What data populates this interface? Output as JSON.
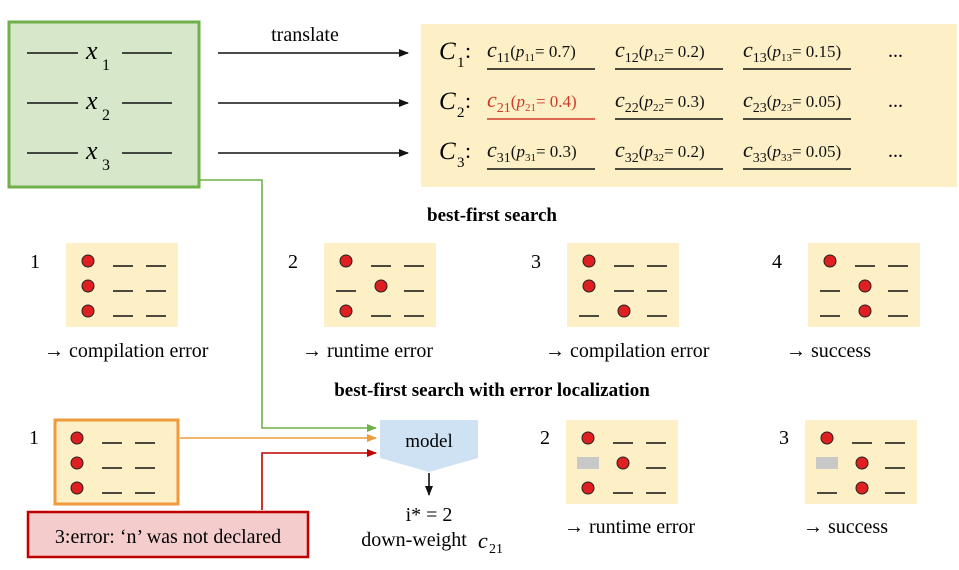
{
  "colors": {
    "input_box_fill": "#d6e8c9",
    "input_box_stroke": "#6fb04a",
    "candidates_fill": "#fdefc6",
    "mini_program_fill": "#fdefc6",
    "dot_red": "#e02020",
    "placeholder_gray": "#c8c8c8",
    "orange": "#ef9a3c",
    "green_line": "#6fb04a",
    "red_line": "#c00000",
    "error_box_fill": "#f4cccc",
    "error_box_stroke": "#c00000",
    "model_fill": "#cfe2f3",
    "highlight_red": "#d03a2a"
  },
  "input": {
    "lines": [
      {
        "var": "x",
        "sub": "1"
      },
      {
        "var": "x",
        "sub": "2"
      },
      {
        "var": "x",
        "sub": "3"
      }
    ]
  },
  "translate_label": "translate",
  "candidates": {
    "rows": [
      {
        "label": "C",
        "label_sub": "1",
        "colon": ":",
        "cells": [
          {
            "c_sub": "11",
            "p_sub": "11",
            "val": "0.7"
          },
          {
            "c_sub": "12",
            "p_sub": "12",
            "val": "0.2"
          },
          {
            "c_sub": "13",
            "p_sub": "13",
            "val": "0.15"
          }
        ],
        "ellipsis": "..."
      },
      {
        "label": "C",
        "label_sub": "2",
        "colon": ":",
        "cells": [
          {
            "c_sub": "21",
            "p_sub": "21",
            "val": "0.4",
            "highlight": true
          },
          {
            "c_sub": "22",
            "p_sub": "22",
            "val": "0.3"
          },
          {
            "c_sub": "23",
            "p_sub": "23",
            "val": "0.05"
          }
        ],
        "ellipsis": "..."
      },
      {
        "label": "C",
        "label_sub": "3",
        "colon": ":",
        "cells": [
          {
            "c_sub": "31",
            "p_sub": "31",
            "val": "0.3"
          },
          {
            "c_sub": "32",
            "p_sub": "32",
            "val": "0.2"
          },
          {
            "c_sub": "33",
            "p_sub": "33",
            "val": "0.05"
          }
        ],
        "ellipsis": "..."
      }
    ]
  },
  "best_first": {
    "title": "best-first search",
    "steps": [
      {
        "num": "1",
        "dots": [
          0,
          0,
          0
        ],
        "gray": [],
        "result": "→ compilation error"
      },
      {
        "num": "2",
        "dots": [
          0,
          1,
          0
        ],
        "gray": [],
        "result": "→ runtime error"
      },
      {
        "num": "3",
        "dots": [
          0,
          0,
          1
        ],
        "gray": [],
        "result": "→ compilation error"
      },
      {
        "num": "4",
        "dots": [
          0,
          1,
          1
        ],
        "gray": [],
        "result": "→ success"
      }
    ]
  },
  "localization": {
    "title": "best-first search with error localization",
    "steps": [
      {
        "num": "1",
        "dots": [
          0,
          0,
          0
        ],
        "gray": [],
        "result": ""
      },
      {
        "num": "2",
        "dots": [
          0,
          1,
          0
        ],
        "gray": [
          1
        ],
        "result": "→ runtime error"
      },
      {
        "num": "3",
        "dots": [
          0,
          1,
          1
        ],
        "gray": [
          1
        ],
        "result": "→ success"
      }
    ],
    "error_message": "3:error: ‘n’ was not declared",
    "model_label": "model",
    "i_star": "i* = 2",
    "down_weight": "down-weight",
    "down_weight_var": "c",
    "down_weight_sub": "21"
  }
}
